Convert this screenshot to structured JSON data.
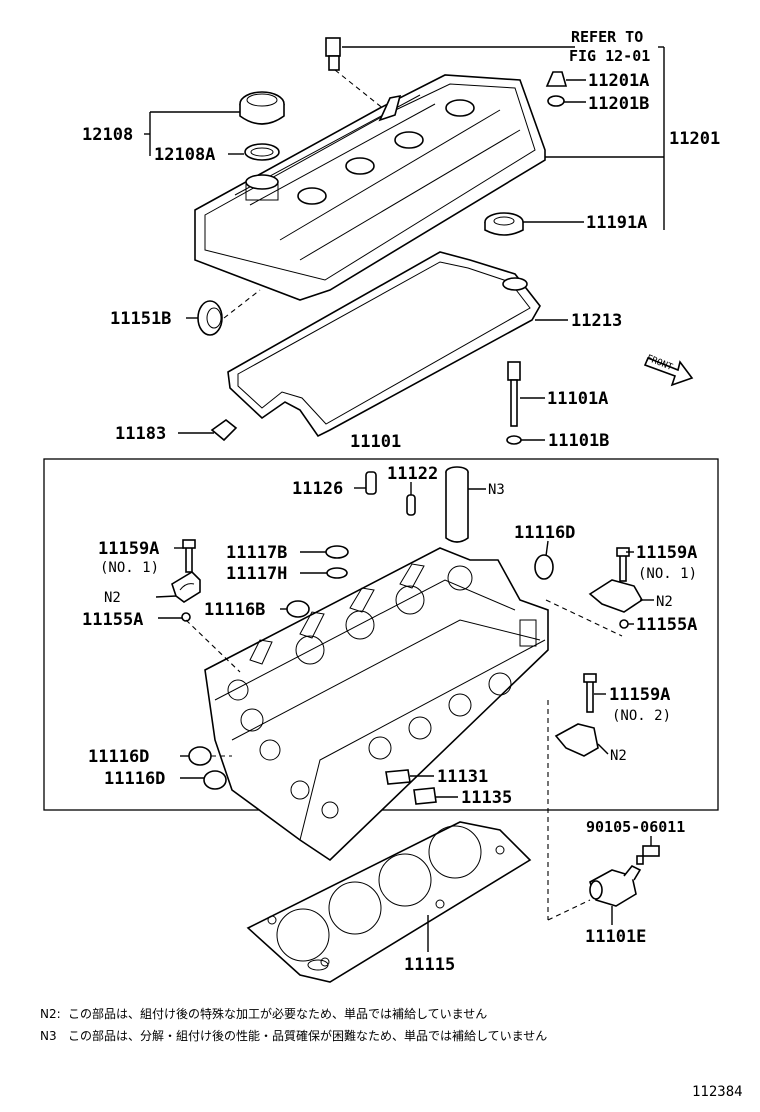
{
  "diagram": {
    "refer": {
      "line1": "REFER TO",
      "line2": "FIG 12-01"
    },
    "labels": {
      "p11201A": "11201A",
      "p11201B": "11201B",
      "p11201": "11201",
      "p12108": "12108",
      "p12108A": "12108A",
      "p11191A": "11191A",
      "p11151B": "11151B",
      "p11213": "11213",
      "front": "FRONT",
      "p11101A": "11101A",
      "p11183": "11183",
      "p11101B": "11101B",
      "p11101": "11101",
      "p11126": "11126",
      "p11122": "11122",
      "n3": "N3",
      "p11116D_top": "11116D",
      "p11159A_left": "11159A",
      "no1_left": "(NO. 1)",
      "p11117B": "11117B",
      "p11117H": "11117H",
      "p11159A_right": "11159A",
      "no1_right": "(NO. 1)",
      "n2_left": "N2",
      "p11116B": "11116B",
      "n2_right": "N2",
      "p11155A_left": "11155A",
      "p11155A_right": "11155A",
      "p11159A_no2": "11159A",
      "no2": "(NO. 2)",
      "n2_lower": "N2",
      "p11116D_a": "11116D",
      "p11116D_b": "11116D",
      "p11131": "11131",
      "p11135": "11135",
      "p90105": "90105-06011",
      "p11101E": "11101E",
      "p11115": "11115"
    },
    "notes": {
      "n2_key": "N2:",
      "n2_text": "この部品は、組付け後の特殊な加工が必要なため、単品では補給していません",
      "n3_key": "N3",
      "n3_text": "この部品は、分解・組付け後の性能・品質確保が困難なため、単品では補給していません"
    },
    "figure_number": "112384"
  }
}
